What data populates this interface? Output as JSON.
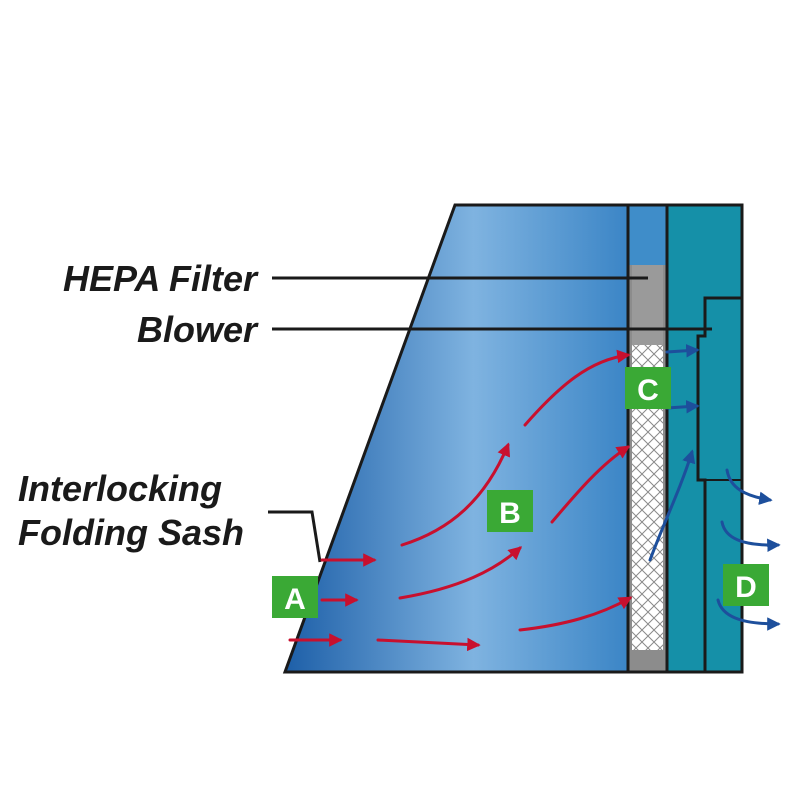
{
  "labels": {
    "hepa_filter": "HEPA Filter",
    "blower": "Blower",
    "sash_line1": "Interlocking",
    "sash_line2": "Folding Sash"
  },
  "badges": {
    "a": "A",
    "b": "B",
    "c": "C",
    "d": "D"
  },
  "colors": {
    "cabinet_light": "#7fb3e0",
    "cabinet_dark": "#1d5fa8",
    "column_teal": "#1590a8",
    "hepa_gray": "#8c8c8c",
    "badge_green": "#3aa935",
    "inflow_arrow": "#c8102e",
    "exhaust_arrow": "#1d4f9c",
    "outline": "#1a1a1a"
  }
}
